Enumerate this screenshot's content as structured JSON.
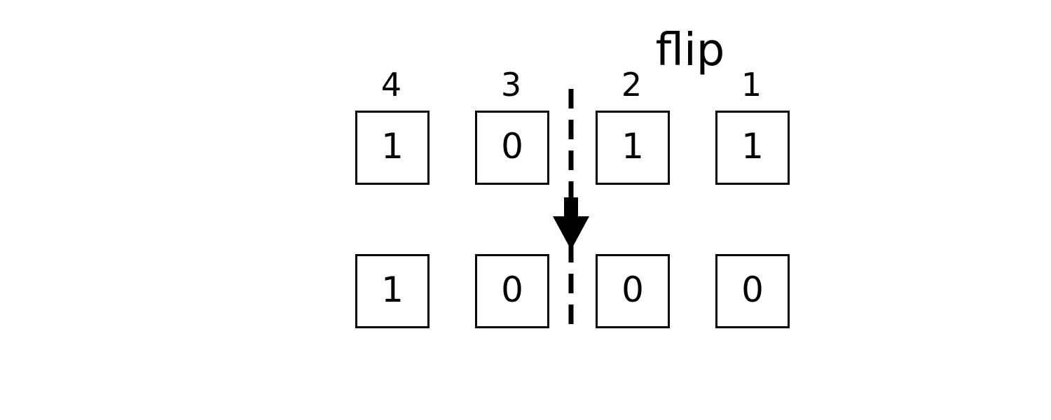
{
  "title": "flip",
  "positions": [
    "4",
    "3",
    "2",
    "1"
  ],
  "before_bits": [
    "1",
    "0",
    "1",
    "1"
  ],
  "after_bits": [
    "1",
    "0",
    "0",
    "0"
  ],
  "colors": {
    "ink": "#000000",
    "background": "#ffffff"
  },
  "icons": {
    "arrow": "down-arrow-icon",
    "divider": "dashed-split-line"
  }
}
